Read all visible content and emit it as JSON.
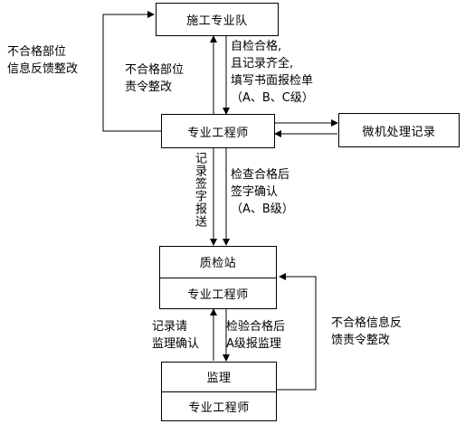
{
  "nodes": {
    "construction_team": "施工专业队",
    "engineer_1": "专业工程师",
    "computer_record": "微机处理记录",
    "quality_station": "质检站",
    "engineer_2": "专业工程师",
    "supervision": "监理",
    "engineer_3": "专业工程师"
  },
  "labels": {
    "left_feedback": "不合格部位\n信息反馈整改",
    "rectify_order": "不合格部位\n责令整改",
    "self_check": "自检合格,\n且记录齐全,\n填写书面报检单\n（A、B、C级）",
    "record_sign": "记录签字报送",
    "check_sign": "检查合格后\n签字确认\n（A、B级）",
    "request_confirm": "记录请\n监理确认",
    "inspect_report": "检验合格后\nA级报监理",
    "right_feedback": "不合格信息反\n馈责令整改"
  }
}
